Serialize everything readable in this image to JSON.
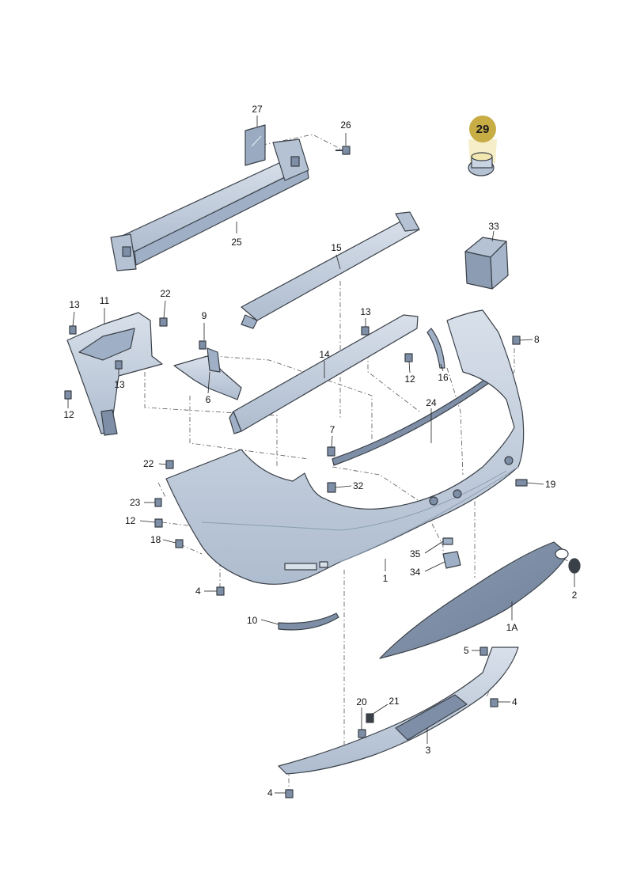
{
  "diagram": {
    "highlight_badge": "29",
    "callouts": [
      "27",
      "26",
      "25",
      "15",
      "13",
      "11",
      "22",
      "9",
      "13",
      "12",
      "6",
      "14",
      "13",
      "12",
      "16",
      "8",
      "24",
      "7",
      "32",
      "22",
      "23",
      "12",
      "18",
      "4",
      "10",
      "1",
      "35",
      "34",
      "2",
      "19",
      "1A",
      "5",
      "4",
      "20",
      "21",
      "3",
      "4",
      "33"
    ]
  },
  "colors": {
    "part_fill": "#c9d4e2",
    "part_shade": "#9fb0c6",
    "part_dark": "#7d8ea6",
    "badge_fill": "#c8ad45",
    "badge_light": "#f2e7b0"
  }
}
